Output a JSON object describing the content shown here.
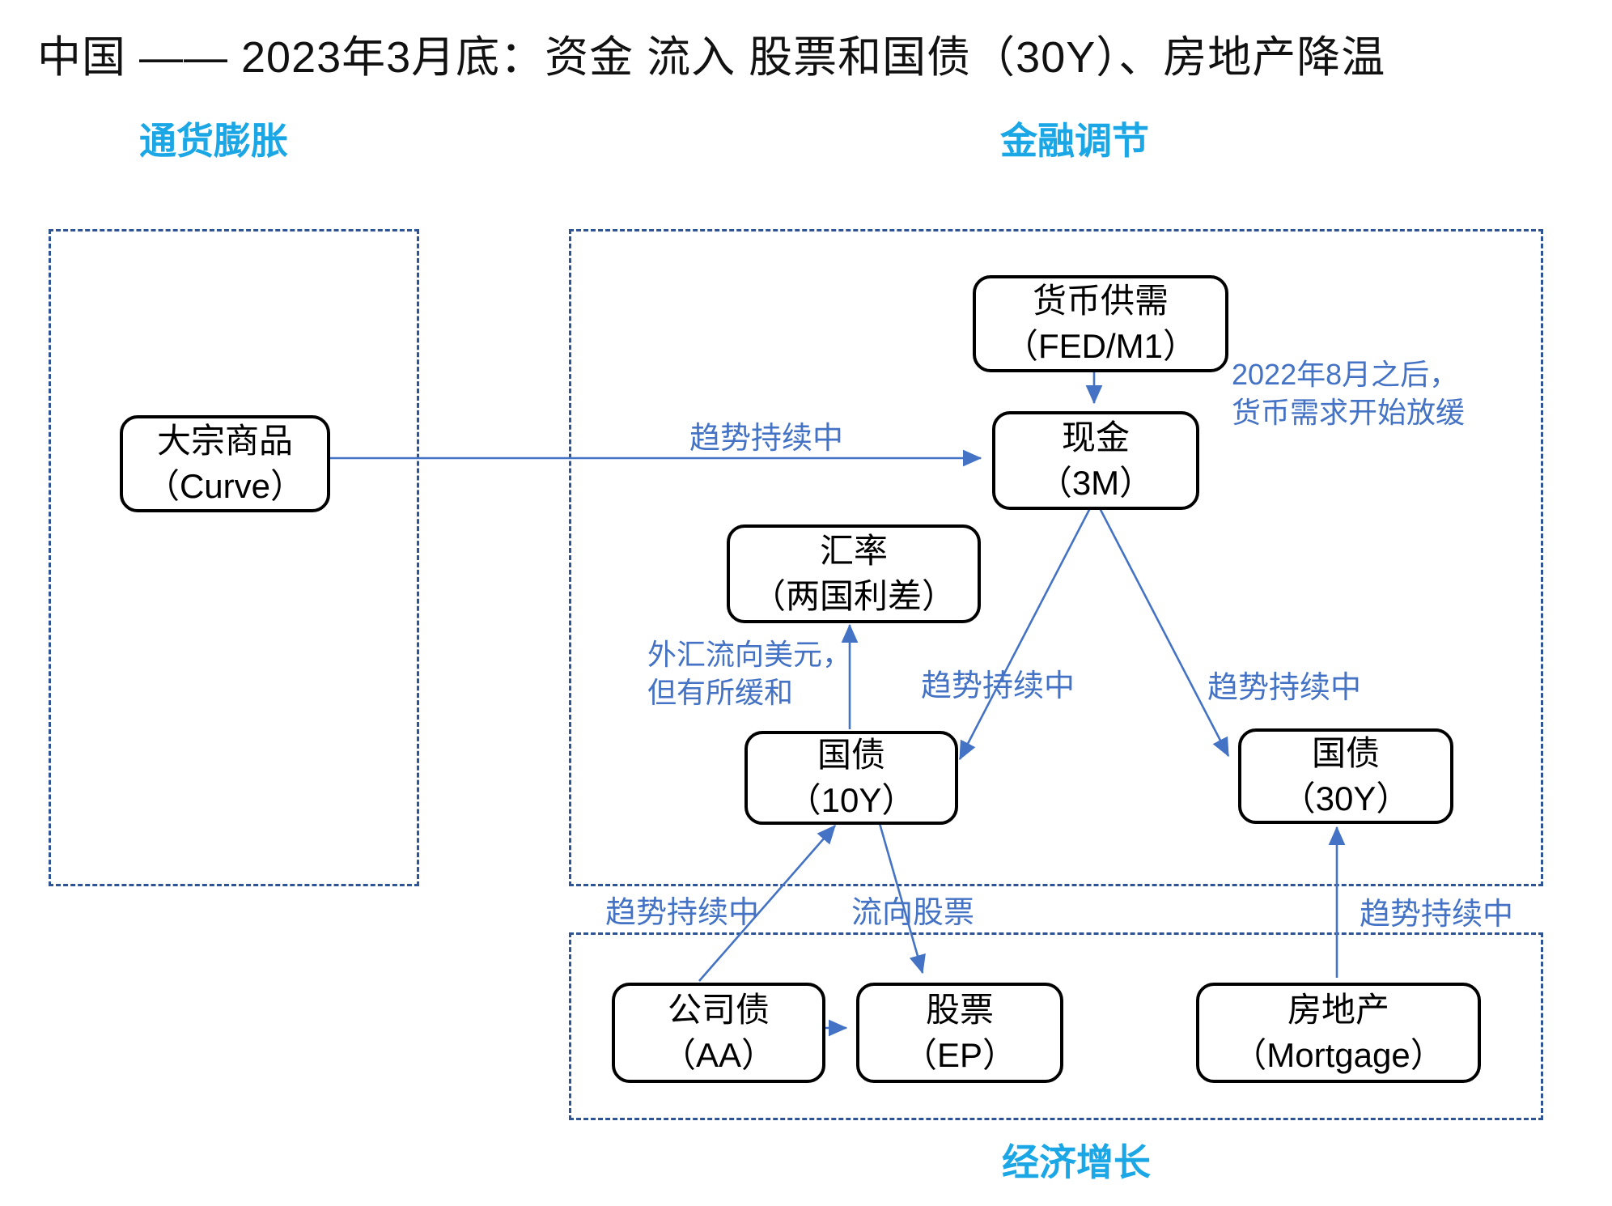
{
  "title": "中国 —— 2023年3月底：资金 流入 股票和国债（30Y）、房地产降温",
  "colors": {
    "section_label": "#1BA7E5",
    "arrow": "#4472C4",
    "zone_border": "#2F5496",
    "node_border": "#000000",
    "background": "#FFFFFF"
  },
  "sections": {
    "inflation": {
      "label": "通货膨胀"
    },
    "financial": {
      "label": "金融调节"
    },
    "growth": {
      "label": "经济增长"
    }
  },
  "nodes": {
    "commodities": {
      "line1": "大宗商品",
      "line2": "（Curve）"
    },
    "money_supply": {
      "line1": "货币供需",
      "line2": "（FED/M1）"
    },
    "cash": {
      "line1": "现金",
      "line2": "（3M）"
    },
    "fx": {
      "line1": "汇率",
      "line2": "（两国利差）"
    },
    "treasury_10y": {
      "line1": "国债",
      "line2": "（10Y）"
    },
    "treasury_30y": {
      "line1": "国债",
      "line2": "（30Y）"
    },
    "corporate_bond": {
      "line1": "公司债",
      "line2": "（AA）"
    },
    "stocks": {
      "line1": "股票",
      "line2": "（EP）"
    },
    "real_estate": {
      "line1": "房地产",
      "line2": "（Mortgage）"
    }
  },
  "edge_labels": {
    "commodities_to_cash": "趋势持续中",
    "cash_to_10y": "趋势持续中",
    "cash_to_30y": "趋势持续中",
    "corp_to_10y": "趋势持续中",
    "flow_to_stocks": "流向股票",
    "realestate_to_30y": "趋势持续中"
  },
  "notes": {
    "money_demand": {
      "line1": "2022年8月之后，",
      "line2": "货币需求开始放缓"
    },
    "fx_flow": {
      "line1": "外汇流向美元，",
      "line2": "但有所缓和"
    }
  }
}
